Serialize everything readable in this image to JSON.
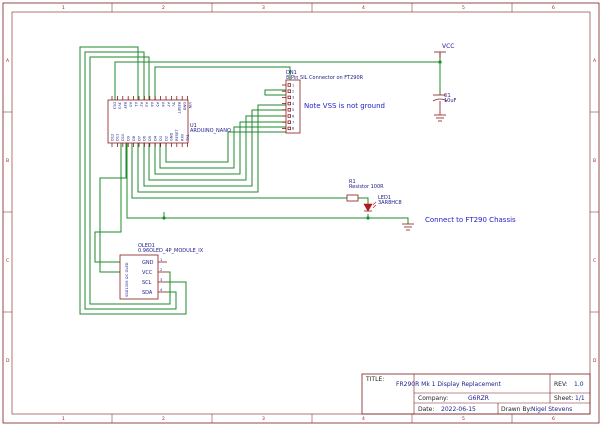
{
  "border": {
    "columns": [
      "1",
      "2",
      "3",
      "4",
      "5",
      "6"
    ],
    "rows": [
      "A",
      "B",
      "C",
      "D"
    ]
  },
  "power": {
    "vcc_label": "VCC"
  },
  "capacitor": {
    "ref": "C1",
    "value": "10uF"
  },
  "arduino": {
    "ref": "U1",
    "value": "ARDUINO_NANO",
    "top_pins": [
      "D13",
      "3V3",
      "REF",
      "A0",
      "A1",
      "A2",
      "A3",
      "A4",
      "A5",
      "A6",
      "A7",
      "5V",
      "RESET",
      "GND",
      "VIN"
    ],
    "bottom_pins": [
      "D12",
      "D11",
      "D10",
      "D9",
      "D8",
      "D7",
      "D6",
      "D5",
      "D4",
      "D3",
      "D2",
      "GND",
      "RESET",
      "RX0",
      "TX1"
    ]
  },
  "connector": {
    "ref": "DN1",
    "value": "8-Pin SIL Connector on FT290R",
    "pins": [
      "1",
      "2",
      "3",
      "4",
      "5",
      "6",
      "7",
      "8"
    ]
  },
  "notes": {
    "vss": "Note VSS is not ground",
    "chassis": "Connect to FT290 Chassis"
  },
  "resistor": {
    "ref": "R1",
    "value": "Resistor 100R"
  },
  "led": {
    "ref": "LED1",
    "value": "3AR8HC8"
  },
  "oled": {
    "ref": "OLED1",
    "value": "0.96OLED_4P_MODULE_IX",
    "side_text": "SSD1306 I2C OLED",
    "pins": [
      {
        "num": "1",
        "name": "GND"
      },
      {
        "num": "2",
        "name": "VCC"
      },
      {
        "num": "3",
        "name": "SCL"
      },
      {
        "num": "4",
        "name": "SDA"
      }
    ]
  },
  "title_block": {
    "title_label": "TITLE:",
    "title": "FR290R Mk 1 Display Replacement",
    "rev_label": "REV:",
    "rev": "1.0",
    "company_label": "Company:",
    "company": "G6RZR",
    "sheet_label": "Sheet:",
    "sheet": "1/1",
    "date_label": "Date:",
    "date": "2022-06-15",
    "drawn_label": "Drawn By:",
    "drawn_by": "Nigel Stevens"
  }
}
